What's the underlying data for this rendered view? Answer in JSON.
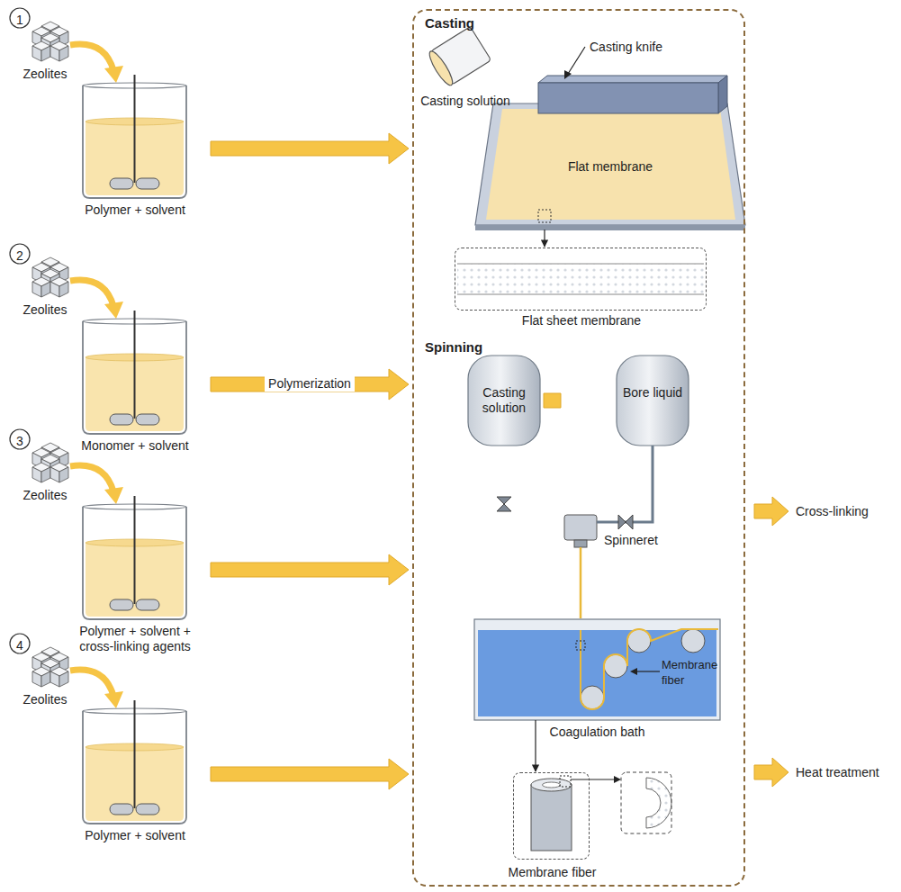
{
  "diagram": {
    "nodes": [
      {
        "text": [
          "Polymer + solvent"
        ]
      },
      {
        "text": [
          "Monomer + solvent"
        ]
      },
      {
        "text": [
          "Polymer + solvent + cross-linking agents"
        ]
      },
      {
        "text": [
          "Polymer + solvent"
        ]
      },
      {
        "text": [
          "Casting",
          "Spinning"
        ]
      },
      {
        "text": [
          "Flat membrane"
        ],
        "in": 4
      },
      {
        "text": [
          "Flat sheet membrane"
        ],
        "in": 4
      },
      {
        "text": [
          "Casting solution"
        ],
        "in": 4
      },
      {
        "text": [
          "Bore liquid"
        ],
        "in": 4
      },
      {
        "text": [
          "Spinneret"
        ],
        "in": 4
      },
      {
        "text": [
          "Membrane fiber",
          "Coagulation bath"
        ],
        "in": 4
      },
      {
        "text": [
          "Membrane fiber"
        ],
        "in": 4
      }
    ],
    "edges": [
      {
        "from": 0,
        "to": 4,
        "arrow": "to"
      },
      {
        "from": 1,
        "to": 4,
        "arrow": "to",
        "label": "Polymerization"
      },
      {
        "from": 2,
        "to": 4,
        "arrow": "to"
      },
      {
        "from": 3,
        "to": 4,
        "arrow": "to"
      },
      {
        "from": 7,
        "to": 9,
        "arrow": "none"
      },
      {
        "from": 8,
        "to": 9,
        "arrow": "none"
      },
      {
        "from": 9,
        "to": 10,
        "arrow": "none"
      },
      {
        "from": 5,
        "to": 6,
        "arrow": "to"
      },
      {
        "from": 10,
        "to": 11,
        "arrow": "to"
      }
    ],
    "labels": [
      "1",
      "Zeolites",
      "2",
      "Zeolites",
      "3",
      "Zeolites",
      "4",
      "Zeolites",
      "Casting solution",
      "Casting knife",
      "Cross-linking",
      "Heat treatment"
    ]
  }
}
